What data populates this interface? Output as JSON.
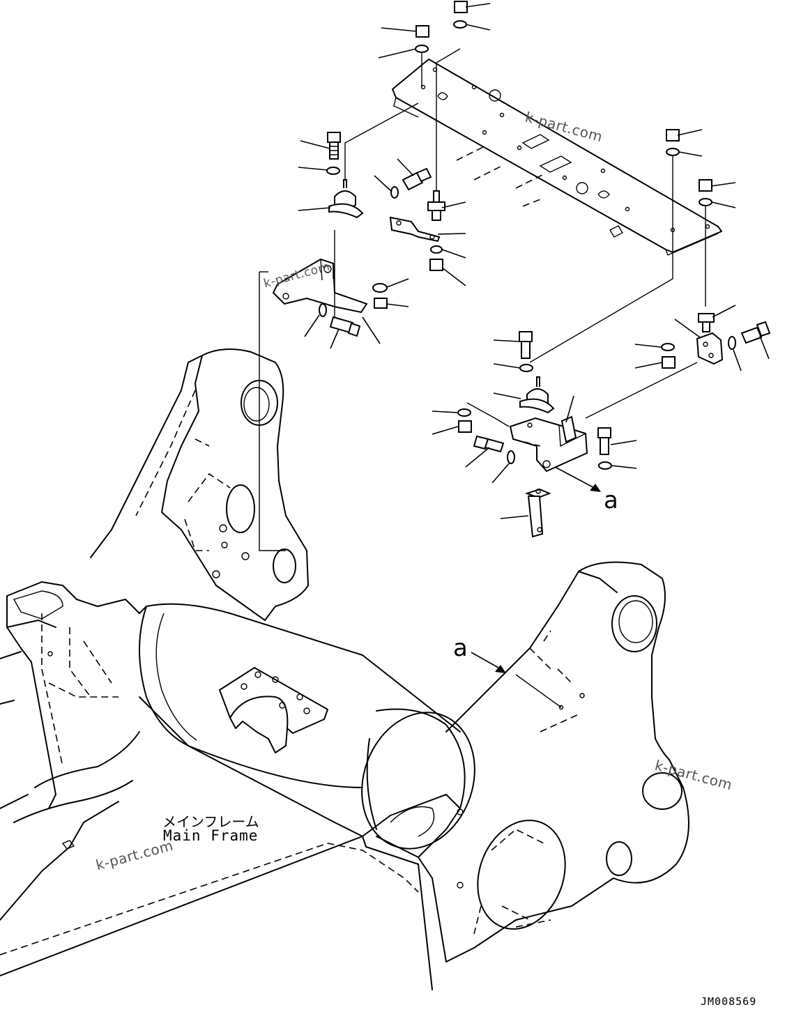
{
  "labels": {
    "frame_jp": "メインフレーム",
    "frame_en": "Main Frame",
    "view_a_upper": "a",
    "view_a_lower": "a",
    "drawing_number": "JM008569"
  },
  "watermarks": [
    "k-part.com",
    "k-part.com",
    "k-part.com",
    "k-part.com"
  ]
}
